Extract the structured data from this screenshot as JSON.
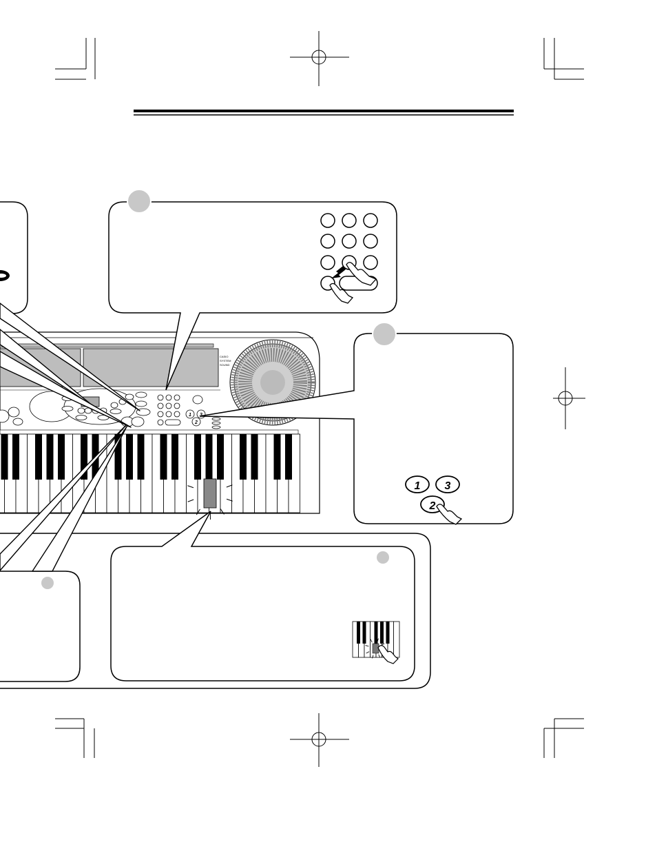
{
  "page": {
    "background": "#ffffff",
    "ink": "#000000",
    "bubble_fill": "#c8c8c8"
  },
  "keypad_closeup": {
    "button_labels": [
      "",
      "",
      "",
      "",
      "",
      "",
      "",
      "",
      "",
      "",
      ""
    ]
  },
  "part_select_closeup": {
    "button_labels": [
      "1",
      "3",
      "2"
    ]
  },
  "panel_part_buttons": {
    "button_labels": [
      "1",
      "3",
      "2"
    ]
  },
  "icons": [
    "registration-mark",
    "pointing-hand-icon",
    "arrow-icon",
    "step-circle"
  ]
}
